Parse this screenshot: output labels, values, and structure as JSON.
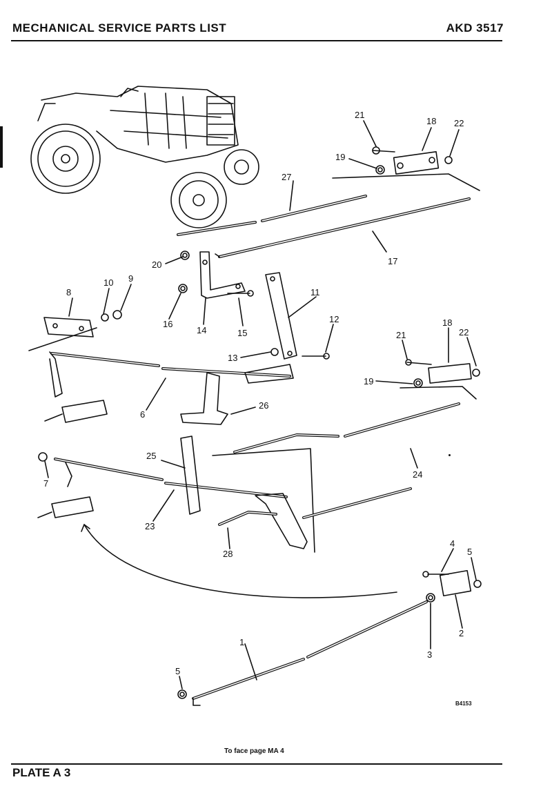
{
  "header": {
    "title": "MECHANICAL SERVICE PARTS LIST",
    "code": "AKD 3517"
  },
  "footer": {
    "plate": "PLATE A 3",
    "note": "To face page MA 4"
  },
  "figure": {
    "ref_code": "B4153",
    "callouts": [
      "21",
      "18",
      "22",
      "19",
      "27",
      "17",
      "20",
      "10",
      "9",
      "8",
      "16",
      "14",
      "15",
      "11",
      "12",
      "13",
      "21",
      "18",
      "22",
      "19",
      "6",
      "26",
      "25",
      "24",
      "7",
      "23",
      "28",
      "4",
      "5",
      "2",
      "3",
      "1",
      "5"
    ]
  },
  "colors": {
    "ink": "#111111",
    "paper": "#ffffff"
  }
}
